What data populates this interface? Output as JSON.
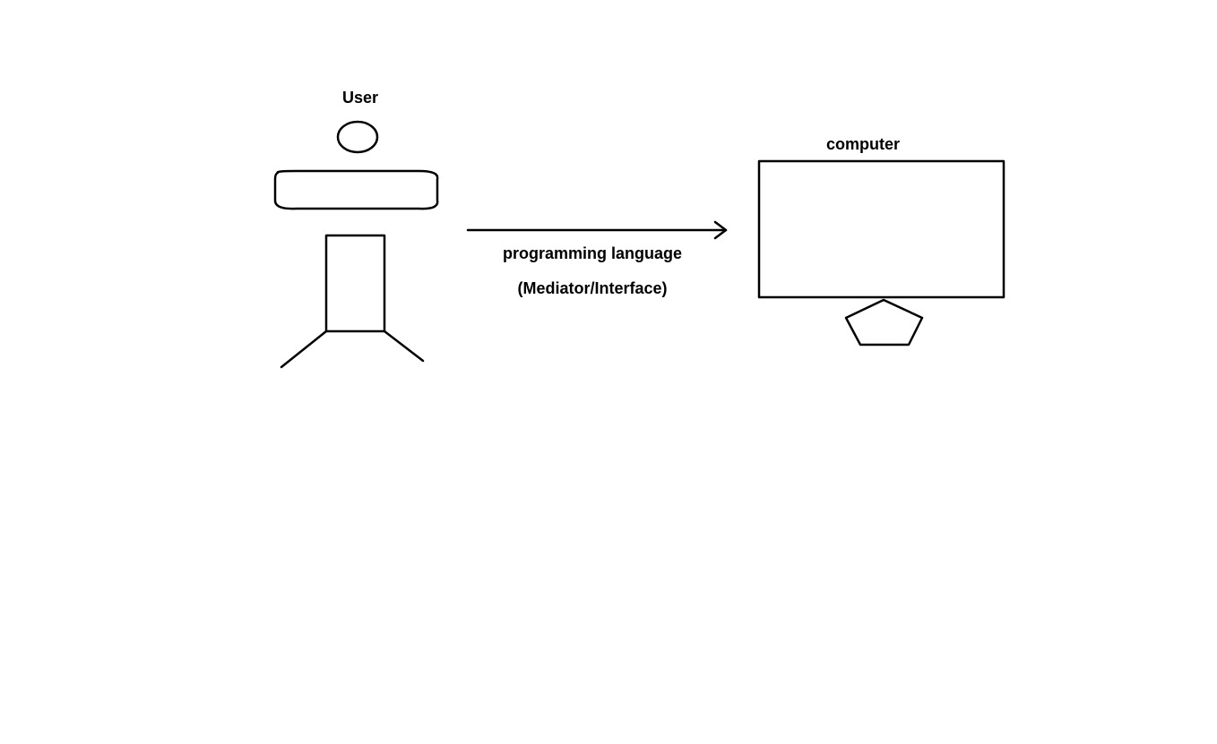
{
  "diagram": {
    "user": {
      "label": "User"
    },
    "computer": {
      "label": "computer"
    },
    "connection": {
      "label_primary": "programming language",
      "label_secondary": "(Mediator/Interface)"
    },
    "colors": {
      "stroke": "#000000",
      "background": "#ffffff",
      "text": "#000000"
    }
  }
}
